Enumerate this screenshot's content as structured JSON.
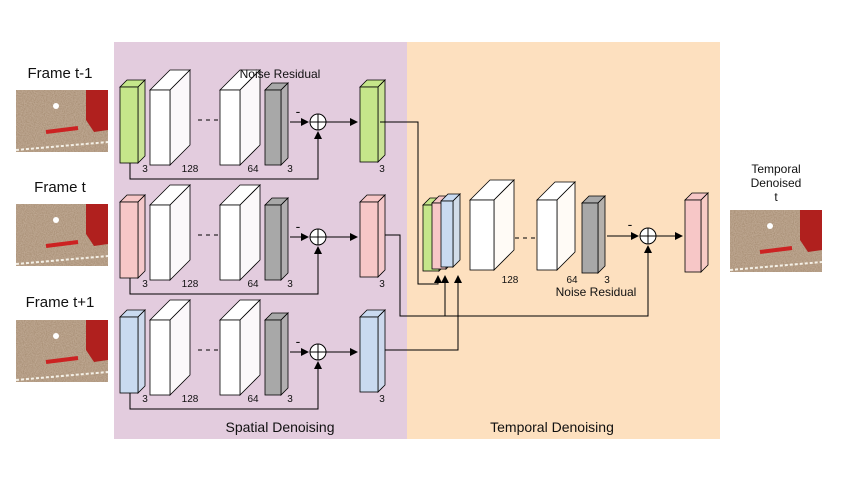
{
  "panels": {
    "spatial_label": "Spatial Denoising",
    "temporal_label": "Temporal Denoising",
    "spatial_bg": "#e3ccde",
    "temporal_bg": "#fde0bf"
  },
  "frames": [
    {
      "label": "Frame t-1",
      "block_color": "#c5e68a"
    },
    {
      "label": "Frame t",
      "block_color": "#f7c7c7"
    },
    {
      "label": "Frame t+1",
      "block_color": "#c9daf0"
    }
  ],
  "spatial": {
    "noise_residual_label": "Noise Residual",
    "channels": {
      "input": "3",
      "first": "128",
      "mid": "64",
      "last": "3",
      "out": "3"
    },
    "minus": "-"
  },
  "temporal": {
    "noise_residual_label": "Noise Residual",
    "channels": {
      "first": "128",
      "mid": "64",
      "last": "3"
    },
    "minus": "-",
    "output_label": "Temporal Denoised t",
    "output_color": "#f7c7c7"
  }
}
